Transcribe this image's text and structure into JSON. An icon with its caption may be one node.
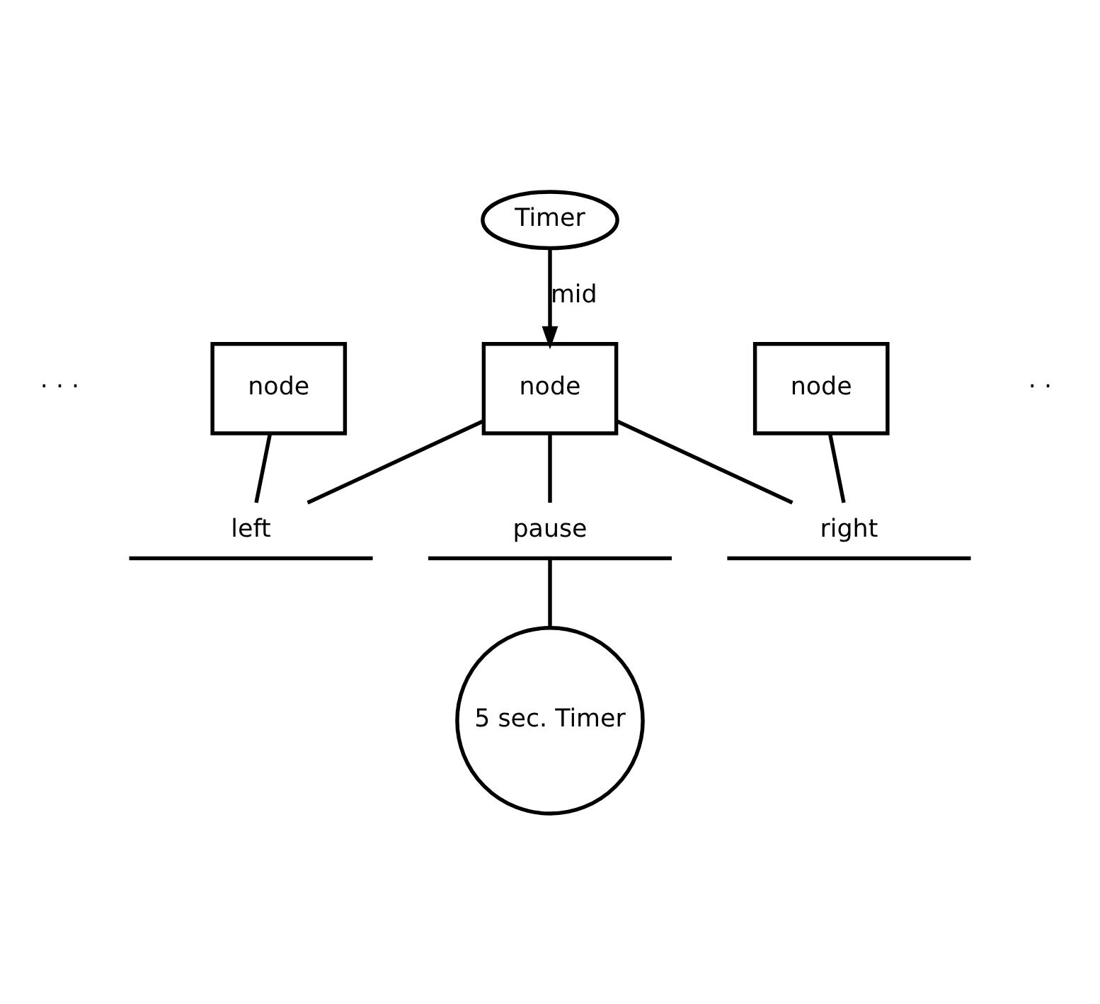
{
  "diagram": {
    "nodes": [
      {
        "text": [
          "Timer"
        ]
      },
      {
        "text": [
          "node"
        ]
      },
      {
        "text": [
          "node"
        ]
      },
      {
        "text": [
          "node"
        ]
      },
      {
        "text": [
          "left"
        ]
      },
      {
        "text": [
          "right"
        ]
      },
      {
        "text": [
          "pause"
        ]
      },
      {
        "text": [
          "5 sec. Timer"
        ]
      }
    ],
    "edges": [
      {
        "from": 0,
        "to": 2,
        "arrow": "to",
        "label": "mid"
      },
      {
        "from": 1,
        "to": 4,
        "arrow": "none"
      },
      {
        "from": 2,
        "to": 4,
        "arrow": "none"
      },
      {
        "from": 2,
        "to": 5,
        "arrow": "none"
      },
      {
        "from": 3,
        "to": 5,
        "arrow": "none"
      },
      {
        "from": 2,
        "to": 6,
        "arrow": "none"
      },
      {
        "from": 6,
        "to": 7,
        "arrow": "none"
      }
    ],
    "labels": [
      "· · ·",
      "· ·"
    ]
  }
}
